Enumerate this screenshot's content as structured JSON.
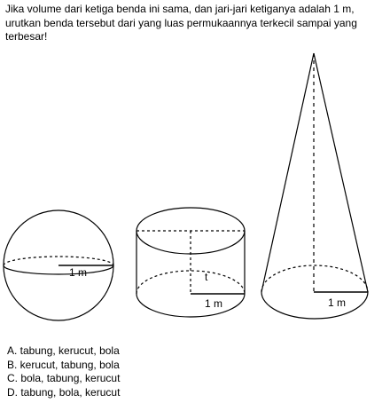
{
  "question": {
    "lines": [
      "Jika volume dari ketiga benda ini sama, dan jari-jari ketiganya adalah 1 m,",
      "urutkan benda tersebut dari yang luas permukaannya terkecil sampai yang",
      "terbesar!"
    ]
  },
  "figure": {
    "sphere_radius_label": "1 m",
    "cylinder_height_label": "t",
    "cylinder_radius_label": "1 m",
    "cone_radius_label": "1 m"
  },
  "options": [
    "A. tabung, kerucut, bola",
    "B. kerucut, tabung, bola",
    "C. bola, tabung, kerucut",
    "D. tabung, bola, kerucut"
  ]
}
